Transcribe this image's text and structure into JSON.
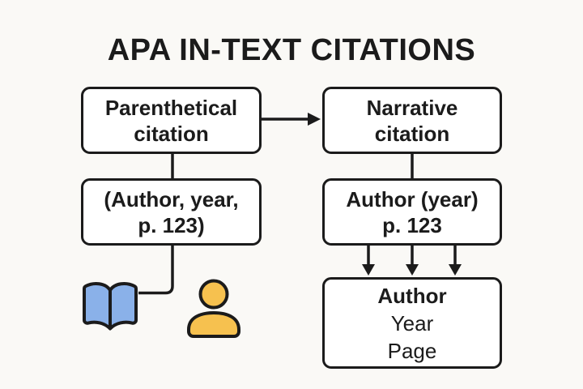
{
  "title": "APA IN-TEXT CITATIONS",
  "colors": {
    "background": "#FAF9F6",
    "box_fill": "#FFFFFF",
    "ink": "#1B1B1B",
    "book_fill": "#8AB1E9",
    "person_fill": "#F6C14F"
  },
  "nodes": {
    "parenthetical": {
      "line1": "Parenthetical",
      "line2": "citation"
    },
    "narrative": {
      "line1": "Narrative",
      "line2": "citation"
    },
    "parenthetical_example": {
      "line1": "(Author, year,",
      "line2": "p. 123)"
    },
    "narrative_example": {
      "line1": "Author (year)",
      "line2": "p. 123"
    },
    "components": {
      "line1": "Author",
      "line2": "Year",
      "line3": "Page"
    }
  },
  "icons": {
    "book": "open-book-icon",
    "person": "person-icon"
  }
}
